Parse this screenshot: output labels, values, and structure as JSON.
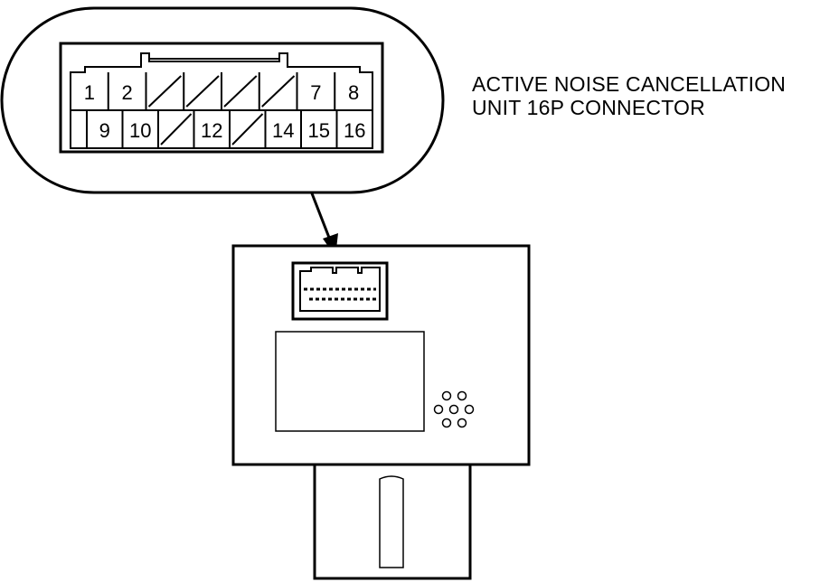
{
  "title": {
    "line1": "ACTIVE NOISE CANCELLATION",
    "line2": "UNIT 16P CONNECTOR"
  },
  "connector": {
    "top_row": [
      {
        "label": "1",
        "empty": false
      },
      {
        "label": "2",
        "empty": false
      },
      {
        "label": "",
        "empty": true
      },
      {
        "label": "",
        "empty": true
      },
      {
        "label": "",
        "empty": true
      },
      {
        "label": "",
        "empty": true
      },
      {
        "label": "7",
        "empty": false
      },
      {
        "label": "8",
        "empty": false
      }
    ],
    "bottom_row": [
      {
        "label": "9",
        "empty": false
      },
      {
        "label": "10",
        "empty": false
      },
      {
        "label": "",
        "empty": true
      },
      {
        "label": "12",
        "empty": false
      },
      {
        "label": "",
        "empty": true
      },
      {
        "label": "14",
        "empty": false
      },
      {
        "label": "15",
        "empty": false
      },
      {
        "label": "16",
        "empty": false
      }
    ]
  }
}
